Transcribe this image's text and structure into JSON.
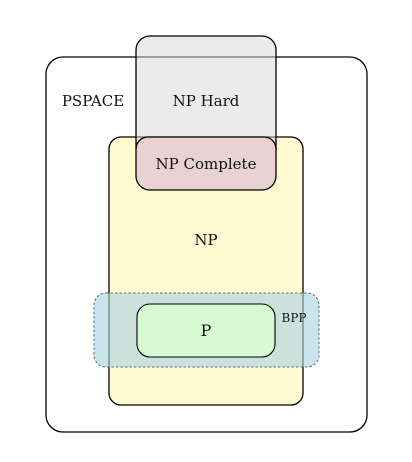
{
  "diagram": {
    "regions": {
      "pspace": {
        "label": "PSPACE",
        "fill": "#ffffff",
        "stroke": "#000000"
      },
      "np": {
        "label": "NP",
        "fill": "#fffad2",
        "stroke": "#000000"
      },
      "np_hard": {
        "label": "NP Hard",
        "fill": "#d8d8d8",
        "stroke": "#000000"
      },
      "np_complete": {
        "label": "NP Complete",
        "fill": "#f8cccc"
      },
      "bpp": {
        "label": "BPP",
        "fill": "#a9d3e1",
        "stroke": "#5a6a78",
        "dashed": true
      },
      "p": {
        "label": "P",
        "fill": "#d8fad2",
        "stroke": "#000000"
      }
    }
  }
}
